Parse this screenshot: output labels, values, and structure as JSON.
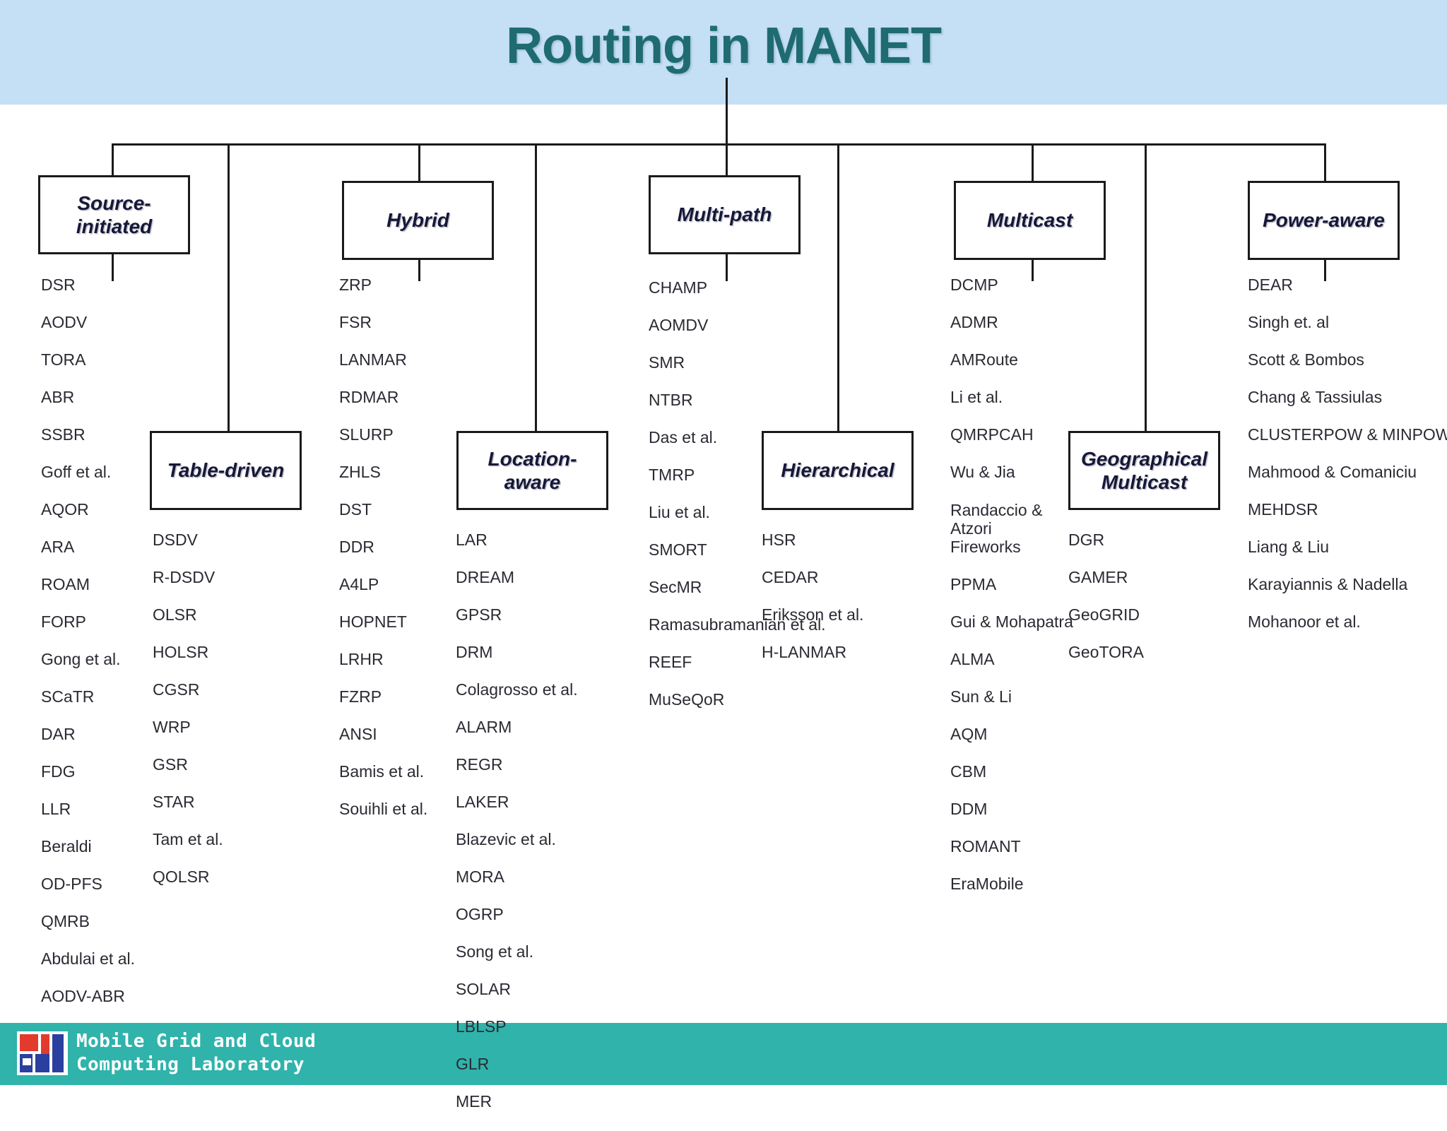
{
  "header": {
    "title": "Routing in MANET",
    "banner_color": "#c5dff5",
    "title_color": "#1f6b72"
  },
  "footer": {
    "background_color": "#2fb3ab",
    "line1": "Mobile Grid and Cloud",
    "line2": "Computing Laboratory"
  },
  "diagram": {
    "root_label": "Routing in MANET",
    "categories": [
      {
        "id": "source-initiated",
        "label": "Source-\ninitiated",
        "label_line1": "Source-",
        "label_line2": "initiated",
        "items": [
          "DSR",
          "AODV",
          "TORA",
          "ABR",
          "SSBR",
          "Goff et al.",
          "AQOR",
          "ARA",
          "ROAM",
          "FORP",
          "Gong et al.",
          "SCaTR",
          "DAR",
          "FDG",
          "LLR",
          "Beraldi",
          "OD-PFS",
          "QMRB",
          "Abdulai et al.",
          "AODV-ABR"
        ]
      },
      {
        "id": "table-driven",
        "label": "Table-driven",
        "items": [
          "DSDV",
          "R-DSDV",
          "OLSR",
          "HOLSR",
          "CGSR",
          "WRP",
          "GSR",
          "STAR",
          "Tam et al.",
          "QOLSR"
        ]
      },
      {
        "id": "hybrid",
        "label": "Hybrid",
        "items": [
          "ZRP",
          "FSR",
          "LANMAR",
          "RDMAR",
          "SLURP",
          "ZHLS",
          "DST",
          "DDR",
          "A4LP",
          "HOPNET",
          "LRHR",
          "FZRP",
          "ANSI",
          "Bamis et al.",
          "Souihli et al."
        ]
      },
      {
        "id": "location-aware",
        "label": "Location-\naware",
        "label_line1": "Location-",
        "label_line2": "aware",
        "items": [
          "LAR",
          "DREAM",
          "GPSR",
          "DRM",
          "Colagrosso et al.",
          "ALARM",
          "REGR",
          "LAKER",
          "Blazevic et al.",
          "MORA",
          "OGRP",
          "Song et al.",
          "SOLAR",
          "LBLSP",
          "GLR",
          "MER"
        ]
      },
      {
        "id": "multi-path",
        "label": "Multi-path",
        "items": [
          "CHAMP",
          "AOMDV",
          "SMR",
          "NTBR",
          "Das et al.",
          "TMRP",
          "Liu et al.",
          "SMORT",
          "SecMR",
          "Ramasubramanian  et al.",
          "REEF",
          "MuSeQoR"
        ]
      },
      {
        "id": "hierarchical",
        "label": "Hierarchical",
        "items": [
          "HSR",
          "CEDAR",
          "Eriksson et al.",
          "H-LANMAR"
        ]
      },
      {
        "id": "multicast",
        "label": "Multicast",
        "items": [
          "DCMP",
          "ADMR",
          "AMRoute",
          "Li et al.",
          "QMRPCAH",
          "Wu & Jia",
          "Randaccio &\nAtzori",
          "Fireworks",
          "PPMA",
          "Gui & Mohapatra",
          "ALMA",
          "Sun & Li",
          "AQM",
          "CBM",
          "DDM",
          "ROMANT",
          "EraMobile"
        ]
      },
      {
        "id": "geographical-multicast",
        "label": "Geographical\nMulticast",
        "label_line1": "Geographical",
        "label_line2": "Multicast",
        "items": [
          "DGR",
          "GAMER",
          "GeoGRID",
          "GeoTORA"
        ]
      },
      {
        "id": "power-aware",
        "label": "Power-aware",
        "items": [
          "DEAR",
          "Singh et. al",
          "Scott & Bombos",
          "Chang & Tassiulas",
          "CLUSTERPOW & MINPOW",
          "Mahmood & Comaniciu",
          "MEHDSR",
          "Liang & Liu",
          "Karayiannis & Nadella",
          "Mohanoor et al."
        ]
      }
    ]
  }
}
